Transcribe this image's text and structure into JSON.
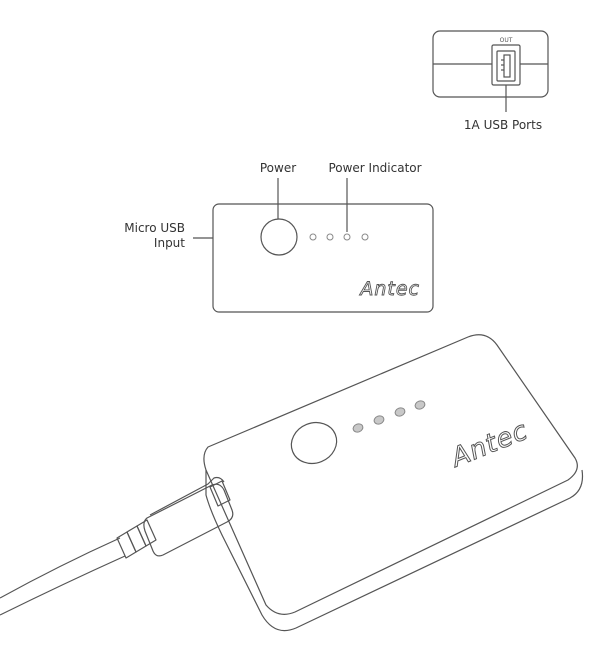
{
  "port_view": {
    "out_label": "OUT",
    "caption": "1A USB Ports"
  },
  "front_view": {
    "power_label": "Power",
    "indicator_label": "Power Indicator",
    "micro_usb_line1": "Micro USB",
    "micro_usb_line2": "Input",
    "logo": "Antec",
    "indicator_count": 4
  },
  "perspective_view": {
    "logo": "Antec",
    "indicator_count": 4
  },
  "colors": {
    "stroke": "#555555",
    "text": "#333333",
    "led": "#c8c8c8"
  }
}
